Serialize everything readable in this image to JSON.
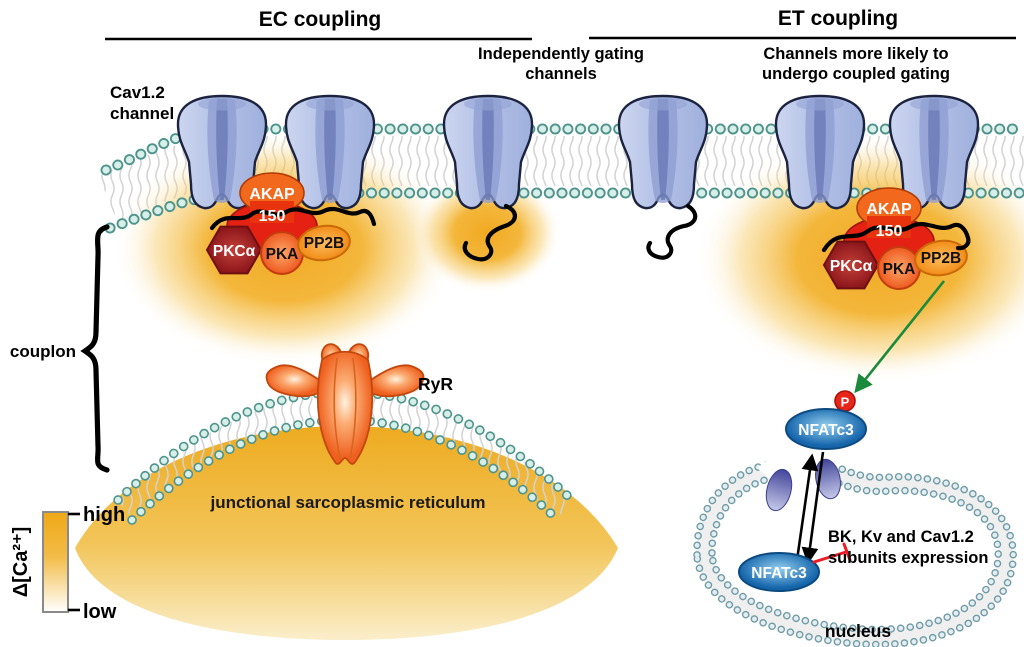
{
  "headers": {
    "ec_title": "EC coupling",
    "et_title": "ET coupling",
    "independent_line1": "Independently gating",
    "independent_line2": "channels",
    "coupled_line1": "Channels more likely to",
    "coupled_line2": "undergo coupled gating"
  },
  "labels": {
    "cav_line1": "Cav1.2",
    "cav_line2": "channel",
    "couplon": "couplon",
    "jsr": "junctional sarcoplasmic reticulum",
    "nucleus": "nucleus",
    "expression_line1": "BK, Kv and Cav1.2",
    "expression_line2": "subunits expression"
  },
  "molecules": {
    "akap": "AKAP",
    "akap150": "150",
    "pkca": "PKCα",
    "pka": "PKA",
    "pp2b": "PP2B",
    "ryr": "RyR",
    "nfatc3": "NFATc3",
    "phospho": "P"
  },
  "legend": {
    "axis": "Δ[Ca²⁺]",
    "high": "high",
    "low": "low"
  },
  "colors": {
    "calcium_gold": "#f0a91c",
    "channel_fill": "#b6c2e6",
    "membrane_head": "#d2ebe4",
    "akap_red": "#e42112",
    "akap_orange": "#f2691d",
    "pkca_red": "#9e1b1e",
    "pka_orange": "#f26522",
    "pp2b_orange": "#f7941d",
    "ryr_orange": "#f26a22",
    "nfat_blue": "#1b75bb",
    "phospho_red": "#e8251a",
    "activation_green": "#1b8a3c",
    "inhibition_red": "#ed1c24",
    "pore_purple": "#5a5fa8"
  }
}
